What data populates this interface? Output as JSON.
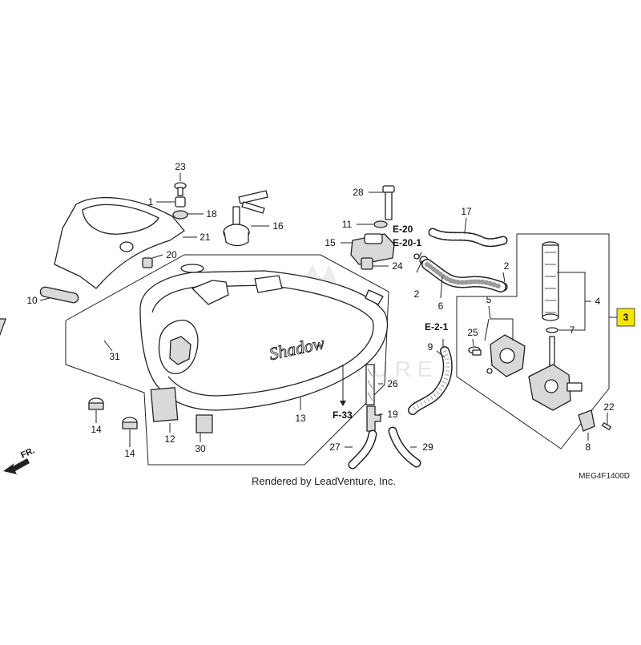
{
  "diagram": {
    "diagram_code": "MEG4F1400D",
    "credit": "Rendered by LeadVenture, Inc.",
    "watermark": "LEADVENTURE",
    "direction_label": "FR.",
    "tank_logo_text": "Shadow",
    "highlight_color": "#f5e600",
    "highlighted_callout": "3",
    "reference_labels": [
      "E-20",
      "E-20-1",
      "E-2-1",
      "F-33"
    ],
    "callouts": [
      "1",
      "2",
      "2",
      "2",
      "3",
      "4",
      "5",
      "6",
      "7",
      "8",
      "9",
      "10",
      "11",
      "12",
      "13",
      "14",
      "14",
      "15",
      "16",
      "17",
      "18",
      "19",
      "20",
      "21",
      "22",
      "23",
      "24",
      "25",
      "26",
      "27",
      "28",
      "29",
      "30",
      "31"
    ]
  }
}
